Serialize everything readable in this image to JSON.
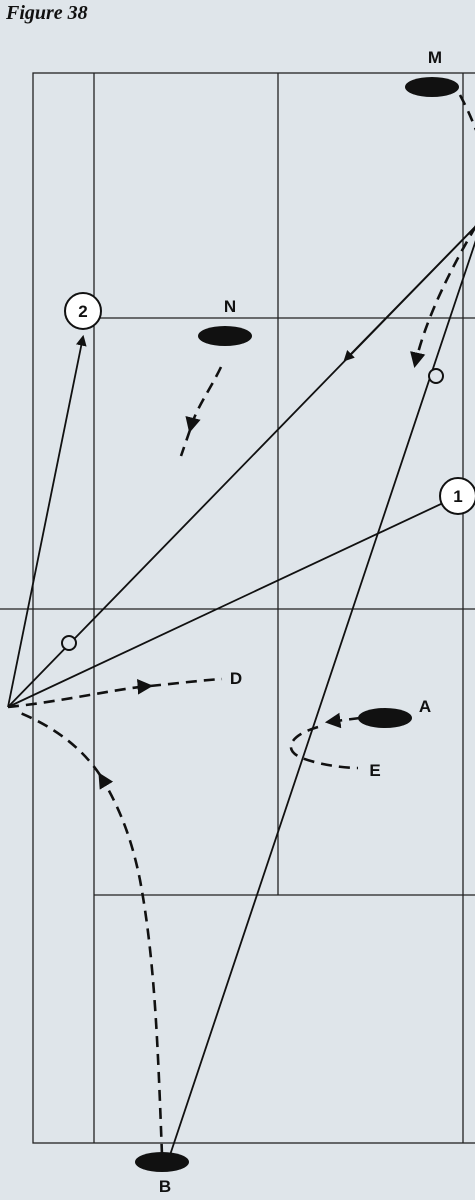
{
  "figure": {
    "title": "Figure 38"
  },
  "players": {
    "M": "M",
    "N": "N",
    "A": "A",
    "B": "B",
    "D": "D",
    "E": "E"
  },
  "numbered_markers": {
    "one": "1",
    "two": "2"
  }
}
